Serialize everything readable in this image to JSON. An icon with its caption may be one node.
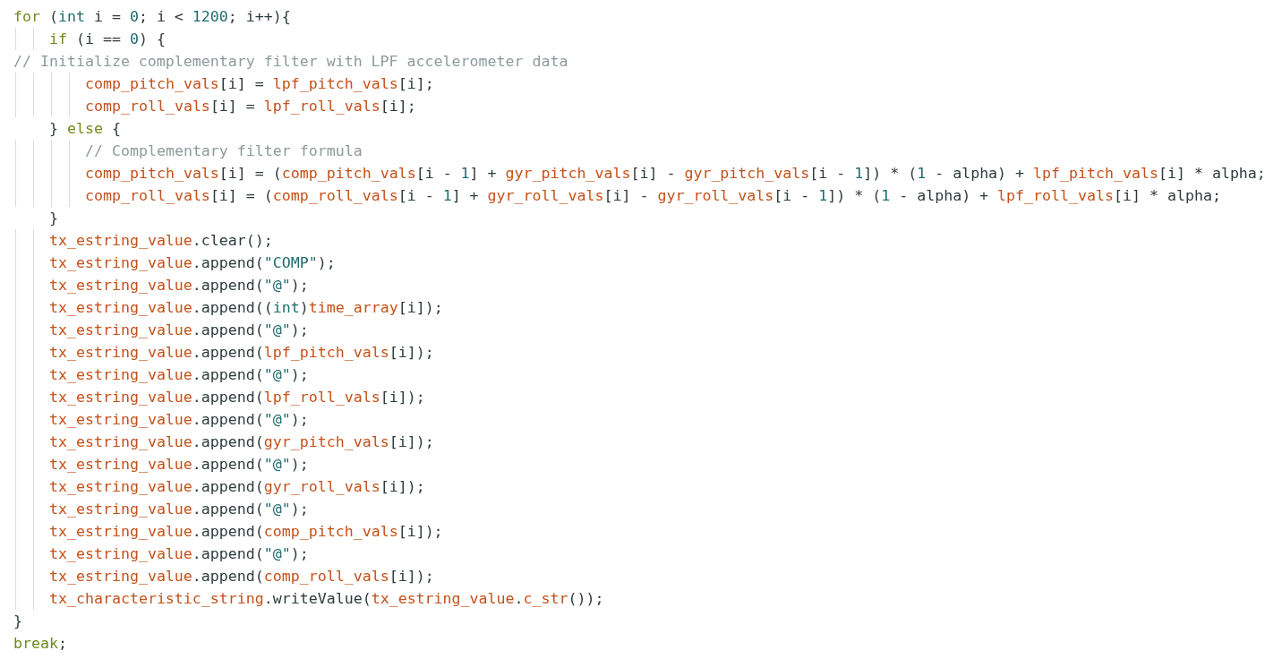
{
  "diagram": {
    "labels": [
      "for (int i = 0; i < 1200; i++){",
      "if (i == 0) {",
      "// Initialize complementary filter with LPF accelerometer data",
      "comp_pitch_vals[i] = lpf_pitch_vals[i];",
      "comp_roll_vals[i] = lpf_roll_vals[i];",
      "} else {",
      "// Complementary filter formula",
      "comp_pitch_vals[i] = (comp_pitch_vals[i - 1] + gyr_pitch_vals[i] - gyr_pitch_vals[i - 1]) * (1 - alpha) + lpf_pitch_vals[i] * alpha;",
      "comp_roll_vals[i] = (comp_roll_vals[i - 1] + gyr_roll_vals[i] - gyr_roll_vals[i - 1]) * (1 - alpha) + lpf_roll_vals[i] * alpha;",
      "}",
      "tx_estring_value.clear();",
      "tx_estring_value.append(\"COMP\");",
      "tx_estring_value.append(\"@\");",
      "tx_estring_value.append((int)time_array[i]);",
      "tx_estring_value.append(\"@\");",
      "tx_estring_value.append(lpf_pitch_vals[i]);",
      "tx_estring_value.append(\"@\");",
      "tx_estring_value.append(lpf_roll_vals[i]);",
      "tx_estring_value.append(\"@\");",
      "tx_estring_value.append(gyr_pitch_vals[i]);",
      "tx_estring_value.append(\"@\");",
      "tx_estring_value.append(gyr_roll_vals[i]);",
      "tx_estring_value.append(\"@\");",
      "tx_estring_value.append(comp_pitch_vals[i]);",
      "tx_estring_value.append(\"@\");",
      "tx_estring_value.append(comp_roll_vals[i]);",
      "tx_characteristic_string.writeValue(tx_estring_value.c_str());",
      "}",
      "break;"
    ]
  }
}
